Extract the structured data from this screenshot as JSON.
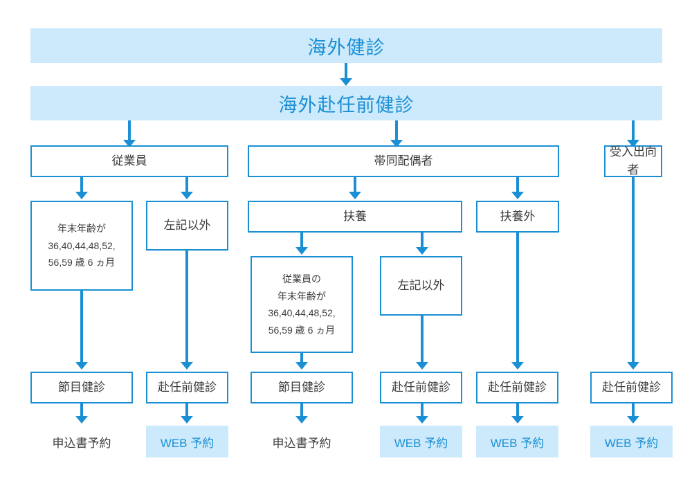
{
  "diagram": {
    "title_banner": "海外健診",
    "subtitle_banner": "海外赴任前健診",
    "categories": {
      "employee": "従業員",
      "spouse": "帯同配偶者",
      "seconded": "受入出向者"
    },
    "conditions": {
      "employee_age": "年末年齢が\n36,40,44,48,52,\n56,59 歳 6 ヵ月",
      "employee_other": "左記以外",
      "dependent": "扶養",
      "non_dependent": "扶養外",
      "dependent_age": "従業員の\n年末年齢が\n36,40,44,48,52,\n56,59 歳 6 ヵ月",
      "dependent_other": "左記以外"
    },
    "exams": {
      "milestone": "節目健診",
      "pre_assignment": "赴任前健診"
    },
    "booking": {
      "paper": "申込書予約",
      "web": "WEB 予約"
    },
    "colors": {
      "banner_bg": "#cceafb",
      "accent": "#1b8fd4",
      "text": "#3c3c3c",
      "box_bg": "#ffffff"
    },
    "nodes": [
      {
        "id": "n-employee",
        "label_path": "categories.employee"
      },
      {
        "id": "n-spouse",
        "label_path": "categories.spouse"
      },
      {
        "id": "n-seconded",
        "label_path": "categories.seconded"
      },
      {
        "id": "n-employee-age",
        "label_path": "conditions.employee_age"
      },
      {
        "id": "n-employee-other",
        "label_path": "conditions.employee_other"
      },
      {
        "id": "n-dependent",
        "label_path": "conditions.dependent"
      },
      {
        "id": "n-non-dependent",
        "label_path": "conditions.non_dependent"
      },
      {
        "id": "n-dependent-age",
        "label_path": "conditions.dependent_age"
      },
      {
        "id": "n-dependent-other",
        "label_path": "conditions.dependent_other"
      },
      {
        "id": "n-exam-1",
        "label_path": "exams.milestone"
      },
      {
        "id": "n-exam-2",
        "label_path": "exams.pre_assignment"
      },
      {
        "id": "n-exam-3",
        "label_path": "exams.milestone"
      },
      {
        "id": "n-exam-4",
        "label_path": "exams.pre_assignment"
      },
      {
        "id": "n-exam-5",
        "label_path": "exams.pre_assignment"
      },
      {
        "id": "n-exam-6",
        "label_path": "exams.pre_assignment"
      },
      {
        "id": "n-book-1",
        "label_path": "booking.paper"
      },
      {
        "id": "n-book-2",
        "label_path": "booking.web"
      },
      {
        "id": "n-book-3",
        "label_path": "booking.paper"
      },
      {
        "id": "n-book-4",
        "label_path": "booking.web"
      },
      {
        "id": "n-book-5",
        "label_path": "booking.web"
      },
      {
        "id": "n-book-6",
        "label_path": "booking.web"
      }
    ]
  }
}
